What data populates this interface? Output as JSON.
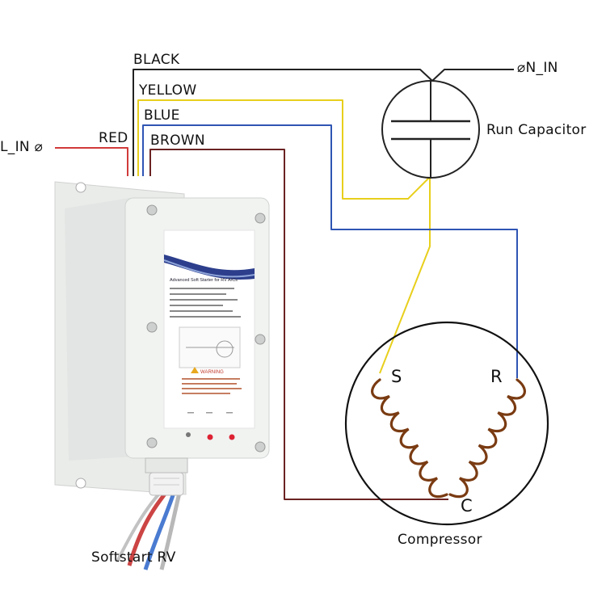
{
  "wires": {
    "black": "BLACK",
    "yellow": "YELLOW",
    "blue": "BLUE",
    "brown": "BROWN",
    "red": "RED"
  },
  "terminals": {
    "l_in": "L_IN ⌀",
    "n_in": "⌀N_IN"
  },
  "components": {
    "run_capacitor": "Run Capacitor",
    "compressor": "Compressor",
    "softstart": "Softstart RV"
  },
  "compressor_terminals": {
    "s": "S",
    "r": "R",
    "c": "C"
  },
  "device_label": {
    "title": "Advanced Soft Starter for RV A/Cs",
    "warning": "WARNING"
  },
  "colors": {
    "black": "#222222",
    "yellow": "#e8cf1c",
    "blue": "#2f55b4",
    "brown": "#6b2222",
    "red": "#d13a3a",
    "winding": "#7a3b12"
  },
  "icons": {
    "capacitor": "capacitor-symbol-icon",
    "compressor": "compressor-motor-icon",
    "device": "softstart-device-icon"
  }
}
